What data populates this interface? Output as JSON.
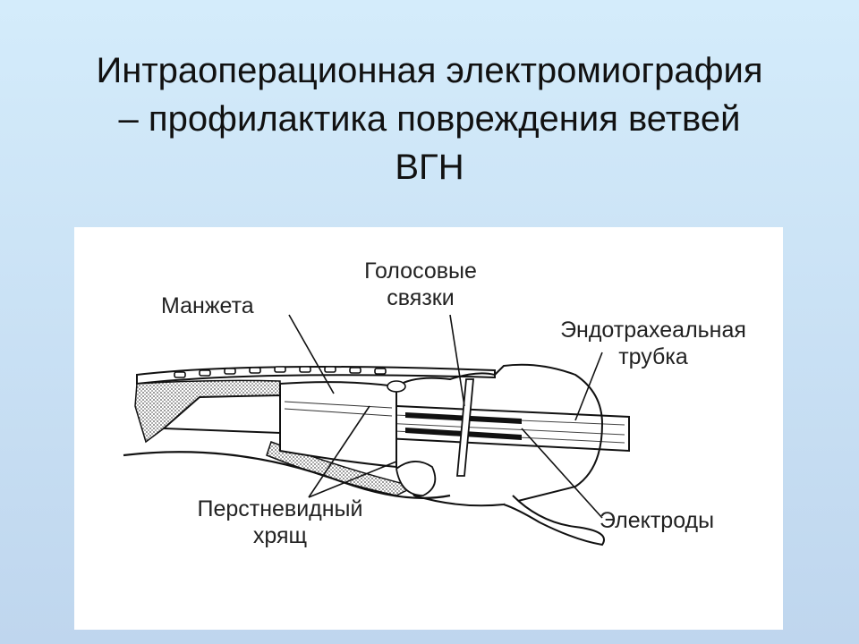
{
  "title": {
    "line1": "Интраоперационная электромиография",
    "line2": "– профилактика повреждения ветвей",
    "line3": "ВГН"
  },
  "diagram": {
    "labels": {
      "cuff": "Манжета",
      "vocal_cords_1": "Голосовые",
      "vocal_cords_2": "связки",
      "tube_1": "Эндотрахеальная",
      "tube_2": "трубка",
      "cricoid_1": "Перстневидный",
      "cricoid_2": "хрящ",
      "electrodes": "Электроды"
    }
  }
}
